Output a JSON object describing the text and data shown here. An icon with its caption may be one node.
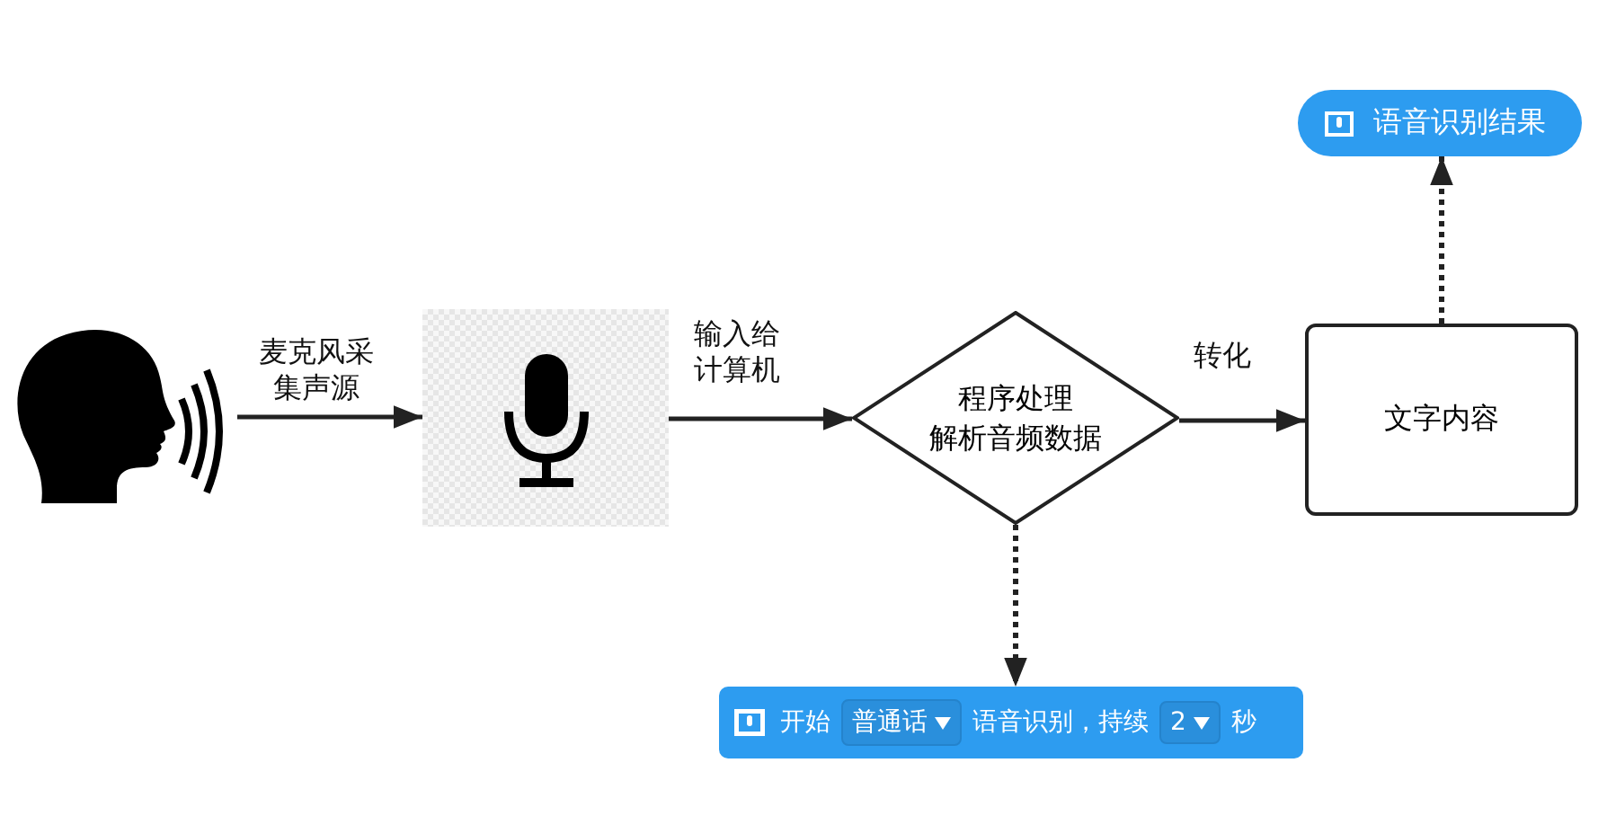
{
  "diagram": {
    "nodes": [
      {
        "text": [],
        "shape": "person"
      },
      {
        "text": [],
        "shape": "box"
      },
      {
        "text": [
          "程序处理",
          "解析音频数据"
        ]
      },
      {
        "text": [
          "文字内容"
        ]
      },
      {
        "text": [
          "开始",
          "普通话",
          "语音识别，持续",
          "2",
          "秒"
        ]
      },
      {
        "text": [
          "语音识别结果"
        ]
      }
    ],
    "edges": [
      {
        "from": 0,
        "to": 1,
        "arrow": "to",
        "label": "麦克风采集声源"
      },
      {
        "from": 1,
        "to": 2,
        "arrow": "to",
        "label": "输入给计算机"
      },
      {
        "from": 2,
        "to": 3,
        "arrow": "to",
        "label": "转化"
      },
      {
        "from": 2,
        "to": 4,
        "arrow": "to",
        "style": "dashed"
      },
      {
        "from": 3,
        "to": 5,
        "arrow": "to",
        "style": "dashed"
      }
    ]
  }
}
